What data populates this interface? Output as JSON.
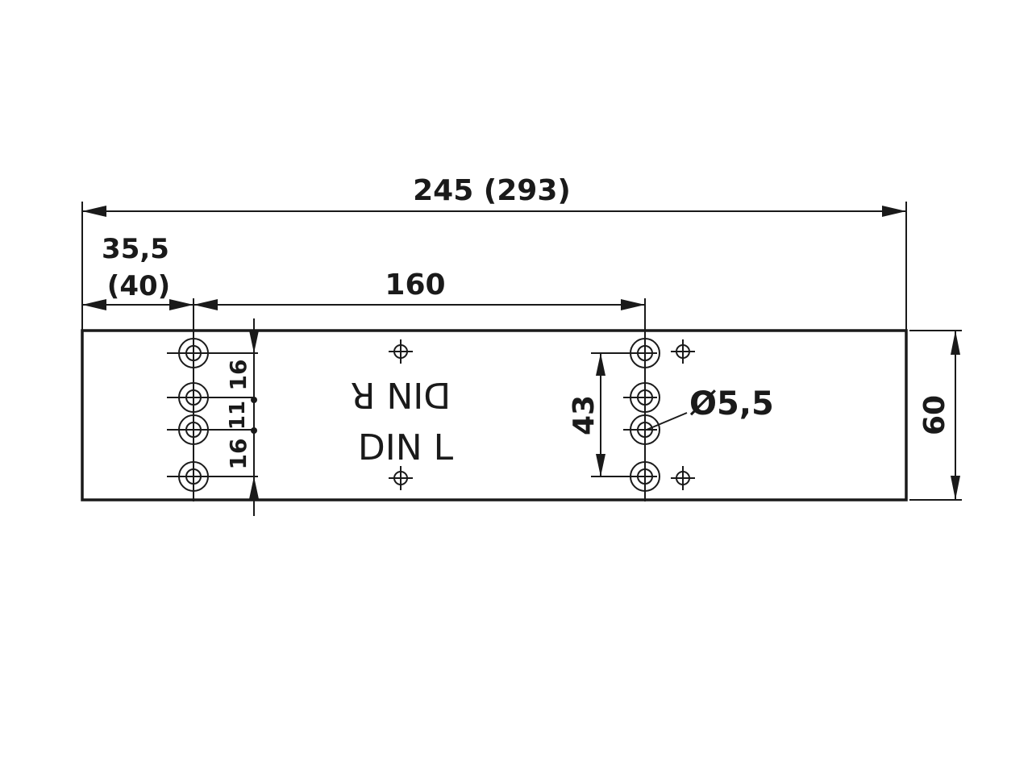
{
  "drawing": {
    "overall_length": "245  (293)",
    "left_offset_top": "35,5",
    "left_offset_bottom": "(40)",
    "hole_spacing": "160",
    "height": "60",
    "left_spacing_top": "16",
    "left_spacing_mid": "11",
    "left_spacing_bottom": "16",
    "right_spacing": "43",
    "hole_diameter": "Ø5,5",
    "label_din_r": "DIN R",
    "label_din_l": "DIN L",
    "line_color": "#1a1a1a"
  }
}
